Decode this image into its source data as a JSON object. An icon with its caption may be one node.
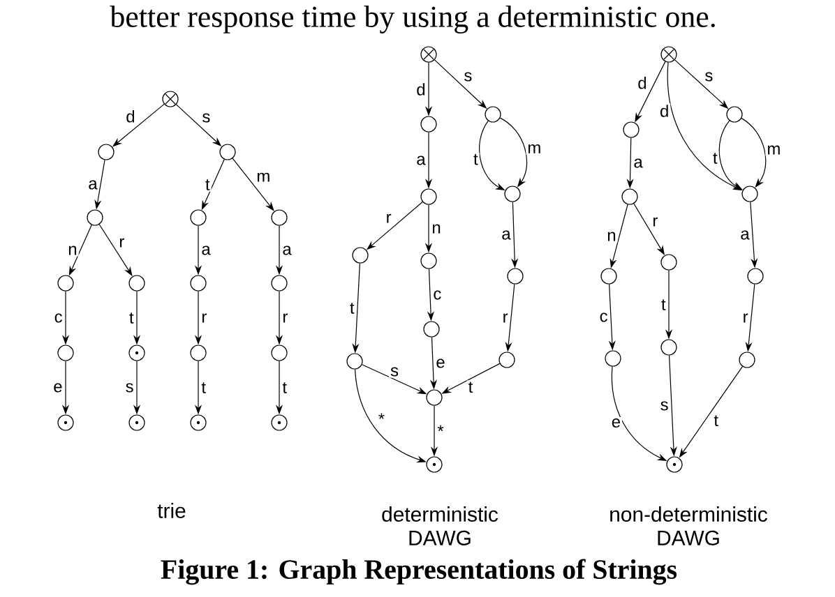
{
  "diagram": {
    "caption": "Figure 1: Graph Representations of Strings",
    "nodes": [
      {
        "text": [],
        "shape": "cross"
      },
      {
        "text": [],
        "shape": "circle"
      },
      {
        "text": [],
        "shape": "circle"
      },
      {
        "text": [],
        "shape": "circle"
      },
      {
        "text": [],
        "shape": "circle"
      },
      {
        "text": [],
        "shape": "circle"
      },
      {
        "text": [],
        "shape": "circle"
      },
      {
        "text": [],
        "shape": "circle"
      },
      {
        "text": [],
        "shape": "circle"
      },
      {
        "text": [],
        "shape": "circle"
      },
      {
        "text": [],
        "shape": "circle"
      },
      {
        "text": [],
        "shape": "dot"
      },
      {
        "text": [],
        "shape": "circle"
      },
      {
        "text": [],
        "shape": "circle"
      },
      {
        "text": [],
        "shape": "dot"
      },
      {
        "text": [],
        "shape": "dot"
      },
      {
        "text": [],
        "shape": "dot"
      },
      {
        "text": [],
        "shape": "dot"
      },
      {
        "text": [],
        "shape": "cross"
      },
      {
        "text": [],
        "shape": "circle"
      },
      {
        "text": [],
        "shape": "circle"
      },
      {
        "text": [],
        "shape": "circle"
      },
      {
        "text": [],
        "shape": "circle"
      },
      {
        "text": [],
        "shape": "circle"
      },
      {
        "text": [],
        "shape": "circle"
      },
      {
        "text": [],
        "shape": "circle"
      },
      {
        "text": [],
        "shape": "circle"
      },
      {
        "text": [],
        "shape": "circle"
      },
      {
        "text": [],
        "shape": "circle"
      },
      {
        "text": [],
        "shape": "circle"
      },
      {
        "text": [],
        "shape": "dot"
      },
      {
        "text": [],
        "shape": "cross"
      },
      {
        "text": [],
        "shape": "circle"
      },
      {
        "text": [],
        "shape": "circle"
      },
      {
        "text": [],
        "shape": "circle"
      },
      {
        "text": [],
        "shape": "circle"
      },
      {
        "text": [],
        "shape": "circle"
      },
      {
        "text": [],
        "shape": "circle"
      },
      {
        "text": [],
        "shape": "circle"
      },
      {
        "text": [],
        "shape": "circle"
      },
      {
        "text": [],
        "shape": "circle"
      },
      {
        "text": [],
        "shape": "circle"
      },
      {
        "text": [],
        "shape": "dot"
      }
    ],
    "edges": [
      {
        "from": 0,
        "to": 1,
        "arrow": "to",
        "label": "d"
      },
      {
        "from": 0,
        "to": 2,
        "arrow": "to",
        "label": "s"
      },
      {
        "from": 1,
        "to": 3,
        "arrow": "to",
        "label": "a"
      },
      {
        "from": 2,
        "to": 4,
        "arrow": "to",
        "label": "t"
      },
      {
        "from": 2,
        "to": 5,
        "arrow": "to",
        "label": "m"
      },
      {
        "from": 3,
        "to": 6,
        "arrow": "to",
        "label": "n"
      },
      {
        "from": 3,
        "to": 7,
        "arrow": "to",
        "label": "r"
      },
      {
        "from": 4,
        "to": 8,
        "arrow": "to",
        "label": "a"
      },
      {
        "from": 5,
        "to": 9,
        "arrow": "to",
        "label": "a"
      },
      {
        "from": 6,
        "to": 10,
        "arrow": "to",
        "label": "c"
      },
      {
        "from": 7,
        "to": 11,
        "arrow": "to",
        "label": "t"
      },
      {
        "from": 8,
        "to": 12,
        "arrow": "to",
        "label": "r"
      },
      {
        "from": 9,
        "to": 13,
        "arrow": "to",
        "label": "r"
      },
      {
        "from": 10,
        "to": 14,
        "arrow": "to",
        "label": "e"
      },
      {
        "from": 11,
        "to": 15,
        "arrow": "to",
        "label": "s"
      },
      {
        "from": 12,
        "to": 16,
        "arrow": "to",
        "label": "t"
      },
      {
        "from": 13,
        "to": 17,
        "arrow": "to",
        "label": "t"
      },
      {
        "from": 18,
        "to": 19,
        "arrow": "to",
        "label": "d"
      },
      {
        "from": 18,
        "to": 20,
        "arrow": "to",
        "label": "s"
      },
      {
        "from": 19,
        "to": 21,
        "arrow": "to",
        "label": "a"
      },
      {
        "from": 20,
        "to": 22,
        "arrow": "to",
        "label": "t"
      },
      {
        "from": 20,
        "to": 22,
        "arrow": "to",
        "label": "m"
      },
      {
        "from": 21,
        "to": 23,
        "arrow": "to",
        "label": "r"
      },
      {
        "from": 21,
        "to": 24,
        "arrow": "to",
        "label": "n"
      },
      {
        "from": 22,
        "to": 25,
        "arrow": "to",
        "label": "a"
      },
      {
        "from": 23,
        "to": 27,
        "arrow": "to",
        "label": "t"
      },
      {
        "from": 24,
        "to": 26,
        "arrow": "to",
        "label": "c"
      },
      {
        "from": 25,
        "to": 28,
        "arrow": "to",
        "label": "r"
      },
      {
        "from": 27,
        "to": 29,
        "arrow": "to",
        "label": "s"
      },
      {
        "from": 26,
        "to": 29,
        "arrow": "to",
        "label": "e"
      },
      {
        "from": 28,
        "to": 29,
        "arrow": "to",
        "label": "t"
      },
      {
        "from": 27,
        "to": 30,
        "arrow": "to",
        "label": "*"
      },
      {
        "from": 29,
        "to": 30,
        "arrow": "to",
        "label": "*"
      },
      {
        "from": 31,
        "to": 32,
        "arrow": "to",
        "label": "d"
      },
      {
        "from": 31,
        "to": 35,
        "arrow": "to",
        "label": "d"
      },
      {
        "from": 31,
        "to": 33,
        "arrow": "to",
        "label": "s"
      },
      {
        "from": 33,
        "to": 35,
        "arrow": "to",
        "label": "t"
      },
      {
        "from": 33,
        "to": 35,
        "arrow": "to",
        "label": "m"
      },
      {
        "from": 32,
        "to": 34,
        "arrow": "to",
        "label": "a"
      },
      {
        "from": 34,
        "to": 36,
        "arrow": "to",
        "label": "n"
      },
      {
        "from": 34,
        "to": 37,
        "arrow": "to",
        "label": "r"
      },
      {
        "from": 35,
        "to": 38,
        "arrow": "to",
        "label": "a"
      },
      {
        "from": 36,
        "to": 39,
        "arrow": "to",
        "label": "c"
      },
      {
        "from": 37,
        "to": 40,
        "arrow": "to",
        "label": "t"
      },
      {
        "from": 38,
        "to": 41,
        "arrow": "to",
        "label": "r"
      },
      {
        "from": 39,
        "to": 42,
        "arrow": "to",
        "label": "e"
      },
      {
        "from": 40,
        "to": 42,
        "arrow": "to",
        "label": "s"
      },
      {
        "from": 41,
        "to": 42,
        "arrow": "to",
        "label": "t"
      }
    ],
    "labels": [
      "better response time by using a deterministic one.",
      "trie",
      "deterministic DAWG",
      "non-deterministic DAWG"
    ]
  }
}
